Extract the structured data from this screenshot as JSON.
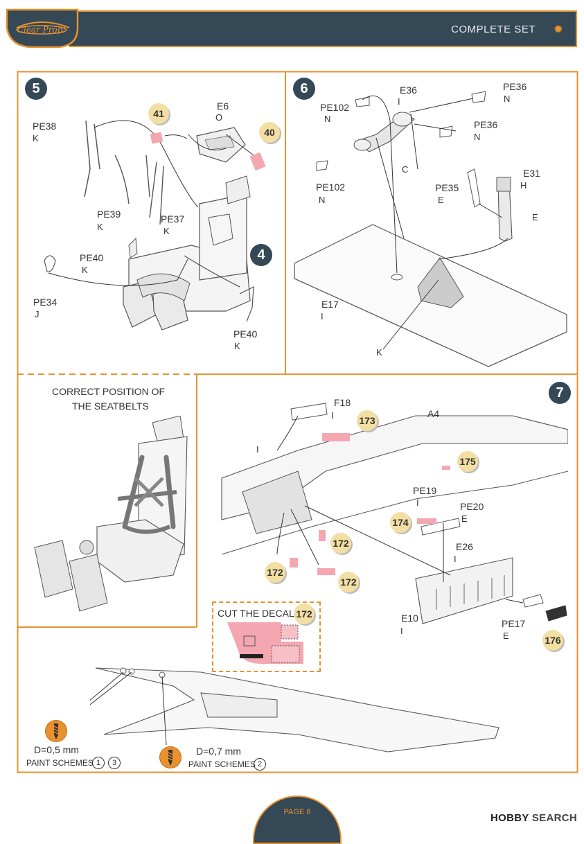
{
  "header": {
    "title": "COMPLETE SET",
    "logo_text": "Clear Prop!"
  },
  "step5": {
    "number": "5",
    "labels": {
      "pe38": "PE38",
      "pe38_code": "K",
      "e6": "E6",
      "e6_code": "O",
      "pe39": "PE39",
      "pe39_code": "K",
      "pe37": "PE37",
      "pe37_code": "K",
      "pe40a": "PE40",
      "pe40a_code": "K",
      "pe34": "PE34",
      "pe34_code": "J",
      "pe40b": "PE40",
      "pe40b_code": "K"
    },
    "decals": [
      "41",
      "40"
    ],
    "substep": "4"
  },
  "step6": {
    "number": "6",
    "labels": {
      "e36": "E36",
      "e36_code": "I",
      "pe36a": "PE36",
      "pe36a_code": "N",
      "pe102a": "PE102",
      "pe102a_code": "N",
      "pe36b": "PE36",
      "pe36b_code": "N",
      "c": "C",
      "pe102b": "PE102",
      "pe102b_code": "N",
      "pe35": "PE35",
      "pe35_code": "E",
      "e31": "E31",
      "e31_code": "H",
      "e": "E",
      "e17": "E17",
      "e17_code": "I",
      "k": "K"
    }
  },
  "seatbelts": {
    "title_line1": "CORRECT POSITION OF",
    "title_line2": "THE SEATBELTS"
  },
  "step7": {
    "number": "7",
    "labels": {
      "f18": "F18",
      "f18_code": "I",
      "a4": "A4",
      "i": "I",
      "pe19": "PE19",
      "pe19_code": "I",
      "pe20": "PE20",
      "pe20_code": "E",
      "e26": "E26",
      "e26_code": "I",
      "e10": "E10",
      "e10_code": "I",
      "pe17": "PE17",
      "pe17_code": "E"
    },
    "decals": [
      "173",
      "175",
      "174",
      "172",
      "172",
      "172",
      "176"
    ],
    "cut_decal_label": "CUT THE DECAL",
    "cut_decal_num": "172"
  },
  "drilling": {
    "d1": "D=0,5 mm",
    "d1_schemes_label": "PAINT SCHEMES",
    "d1_schemes": [
      "1",
      "3"
    ],
    "d2": "D=0,7 mm",
    "d2_schemes_label": "PAINT SCHEMES",
    "d2_schemes": [
      "2"
    ]
  },
  "footer": {
    "page": "PAGE 8",
    "watermark_brand": "HOBBY",
    "watermark_rest": "SEARCH"
  },
  "colors": {
    "accent": "#e8912d",
    "header_bg": "#344856",
    "decal_bg": "#f3dfa3",
    "decal_pink": "#f4a7b0"
  }
}
